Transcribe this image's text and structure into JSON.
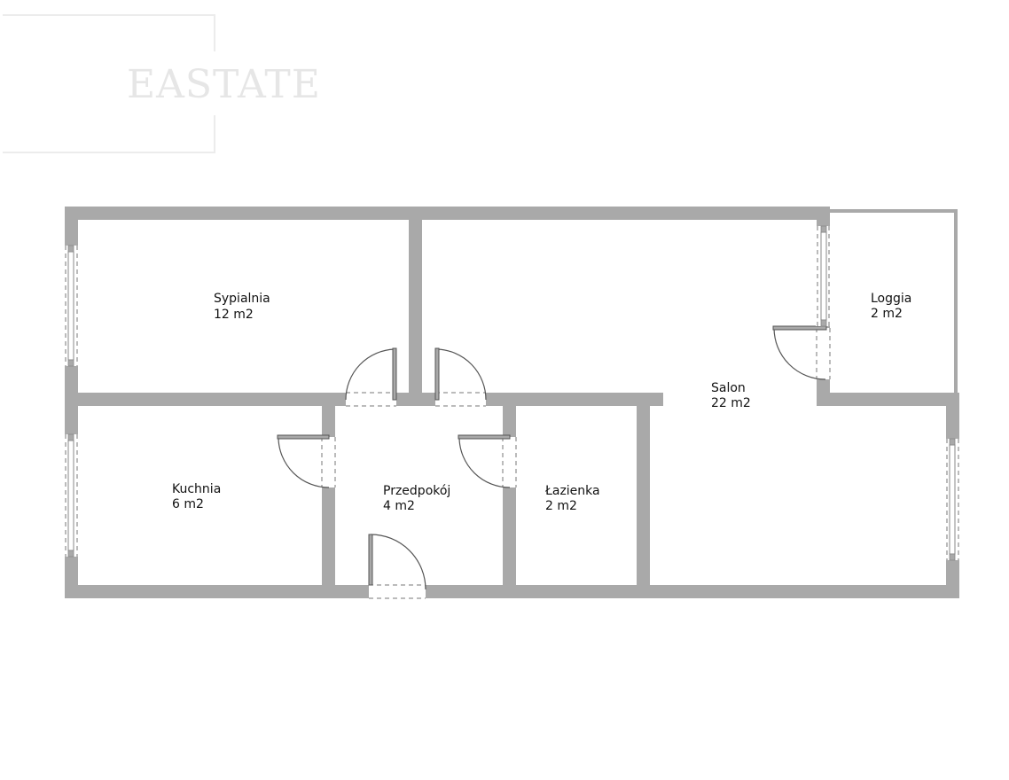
{
  "logo": {
    "text": "EASTATE"
  },
  "rooms": [
    {
      "name": "Sypialnia",
      "area": "12 m2"
    },
    {
      "name": "Salon",
      "area": "22 m2"
    },
    {
      "name": "Loggia",
      "area": "2 m2"
    },
    {
      "name": "Kuchnia",
      "area": "6 m2"
    },
    {
      "name": "Przedpokój",
      "area": "4 m2"
    },
    {
      "name": "Łazienka",
      "area": "2 m2"
    }
  ],
  "colors": {
    "wall": "#a9a9a9",
    "logo": "#e6e6e6"
  }
}
